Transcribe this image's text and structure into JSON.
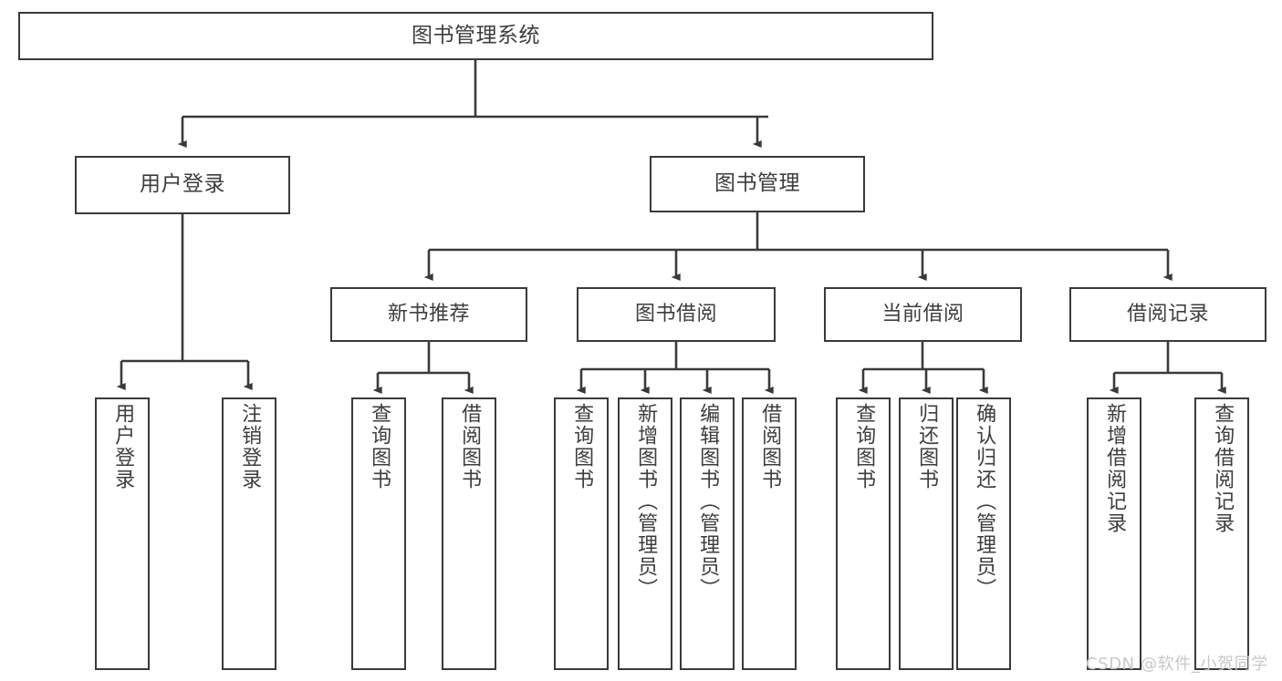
{
  "diagram": {
    "title": "图书管理系统",
    "watermark": "CSDN @软件_小贺同学",
    "colors": {
      "stroke": "#3a3a3a",
      "text": "#3d3d3d",
      "background": "#ffffff",
      "watermark": "#c8c8c8"
    },
    "nodes": {
      "root": {
        "label": "图书管理系统"
      },
      "level1": [
        {
          "label": "用户登录"
        },
        {
          "label": "图书管理"
        }
      ],
      "level2": [
        {
          "label": "新书推荐"
        },
        {
          "label": "图书借阅"
        },
        {
          "label": "当前借阅"
        },
        {
          "label": "借阅记录"
        }
      ],
      "leaves": {
        "user_login": [
          {
            "label": "用户登录"
          },
          {
            "label": "注销登录"
          }
        ],
        "new_books": [
          {
            "label": "查询图书"
          },
          {
            "label": "借阅图书"
          }
        ],
        "book_borrow": [
          {
            "label": "查询图书"
          },
          {
            "label": "新增图书（管理员）"
          },
          {
            "label": "编辑图书（管理员）"
          },
          {
            "label": "借阅图书"
          }
        ],
        "current_borrow": [
          {
            "label": "查询图书"
          },
          {
            "label": "归还图书"
          },
          {
            "label": "确认归还（管理员）"
          }
        ],
        "borrow_records": [
          {
            "label": "新增借阅记录"
          },
          {
            "label": "查询借阅记录"
          }
        ]
      }
    }
  }
}
